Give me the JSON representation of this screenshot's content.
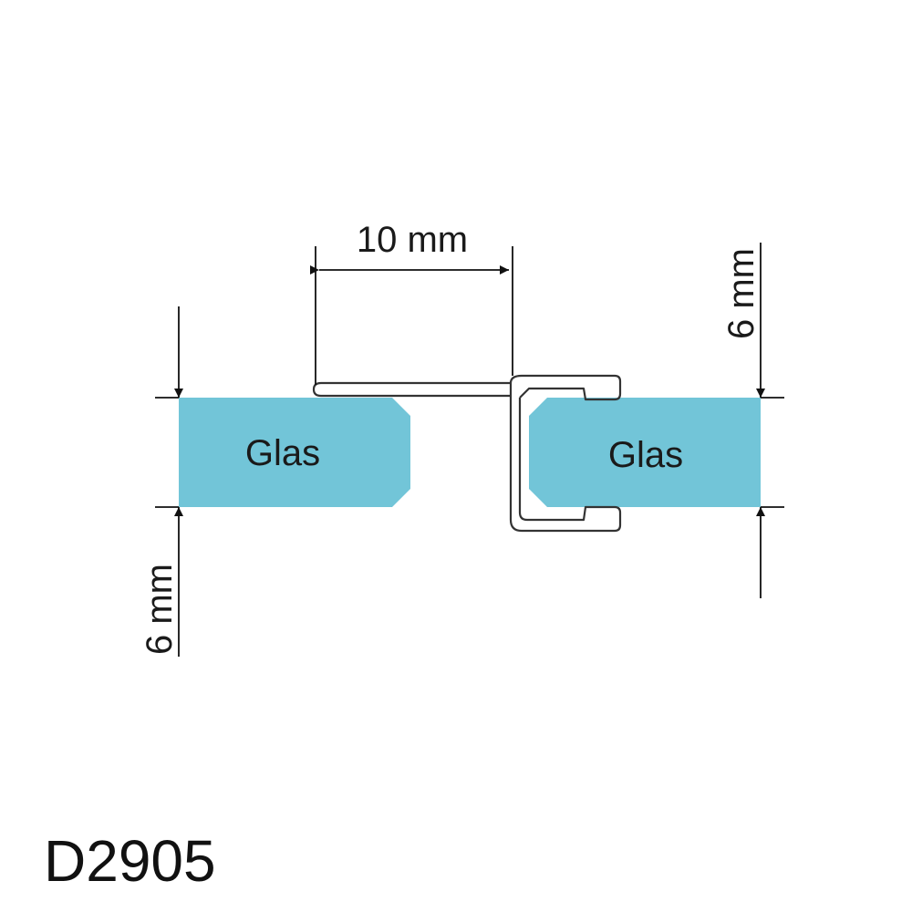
{
  "diagram": {
    "glass_left_label": "Glas",
    "glass_right_label": "Glas",
    "dim_top": "10 mm",
    "dim_left": "6 mm",
    "dim_right": "6 mm",
    "product_code": "D2905"
  },
  "colors": {
    "glass_fill": "#72c5d8",
    "line": "#1a1a1a",
    "profile_stroke": "#333333"
  }
}
